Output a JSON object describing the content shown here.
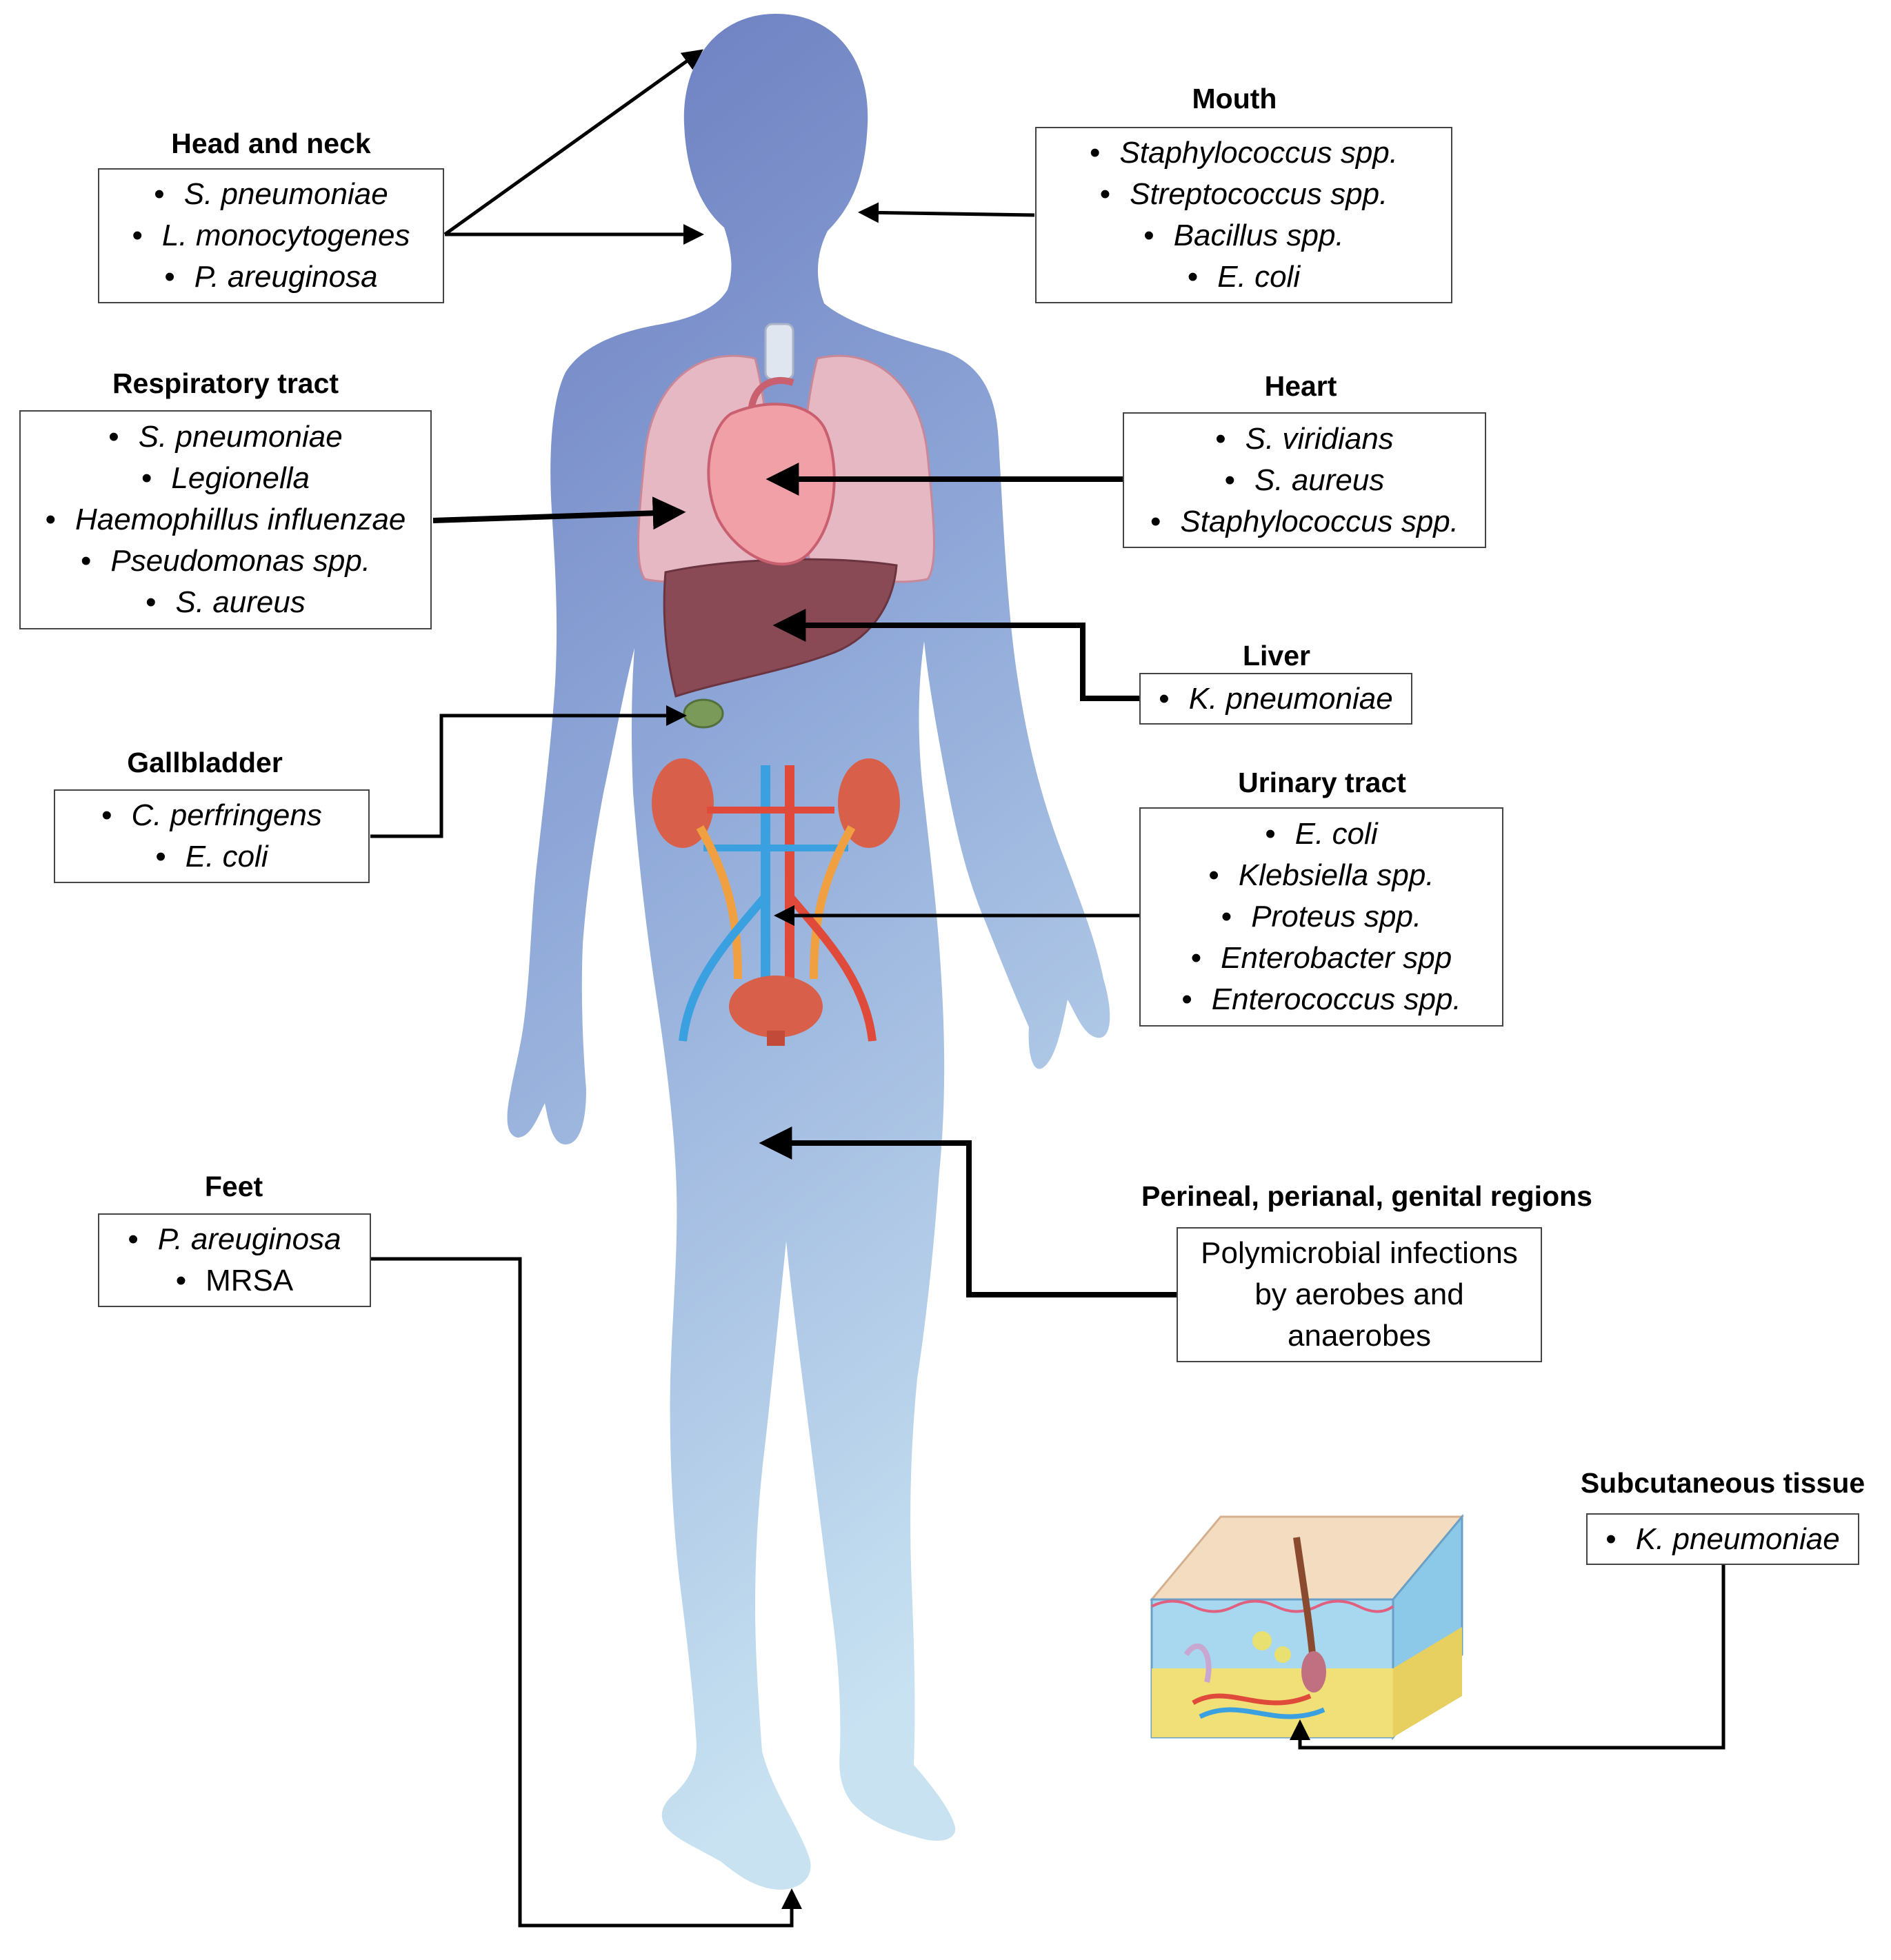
{
  "palette": {
    "silhouette_top": "#6a7bbf",
    "silhouette_bottom": "#c8e2f2",
    "lung": "#e6b8c4",
    "heart": "#f2a0a8",
    "liver": "#8a4a55",
    "gallbladder": "#7a9a5a",
    "kidney": "#d8604a",
    "artery": "#e04a3a",
    "vein": "#3aa0e0",
    "ureter": "#f0a040",
    "skin_top": "#f4dcc0",
    "dermis": "#a8d8f0",
    "subcutis": "#f4e070"
  },
  "icons": [
    "human-silhouette",
    "lungs",
    "heart",
    "liver",
    "gallbladder",
    "kidneys",
    "bladder",
    "skin-layers"
  ],
  "sections": {
    "head": {
      "title": "Head and neck",
      "items": [
        "S. pneumoniae",
        "L. monocytogenes",
        "P. areuginosa"
      ]
    },
    "mouth": {
      "title": "Mouth",
      "items": [
        "Staphylococcus spp.",
        "Streptococcus spp.",
        "Bacillus spp.",
        "E. coli"
      ]
    },
    "respiratory": {
      "title": "Respiratory tract",
      "items": [
        "S. pneumoniae",
        "Legionella",
        "Haemophillus influenzae",
        "Pseudomonas spp.",
        "S. aureus"
      ]
    },
    "heart": {
      "title": "Heart",
      "items": [
        "S. viridians",
        "S. aureus",
        "Staphylococcus spp."
      ]
    },
    "liver": {
      "title": "Liver",
      "items": [
        "K. pneumoniae"
      ]
    },
    "gallbladder": {
      "title": "Gallbladder",
      "items": [
        "C. perfringens",
        "E. coli"
      ]
    },
    "urinary": {
      "title": "Urinary tract",
      "items": [
        "E. coli",
        "Klebsiella spp.",
        "Proteus spp.",
        "Enterobacter spp",
        "Enterococcus spp."
      ]
    },
    "feet": {
      "title": "Feet",
      "items": [
        "P. areuginosa",
        "MRSA"
      ]
    },
    "perineal": {
      "title": "Perineal, perianal, genital regions",
      "text": "Polymicrobial infections by aerobes and anaerobes"
    },
    "subcutaneous": {
      "title": "Subcutaneous tissue",
      "items": [
        "K. pneumoniae"
      ]
    }
  }
}
